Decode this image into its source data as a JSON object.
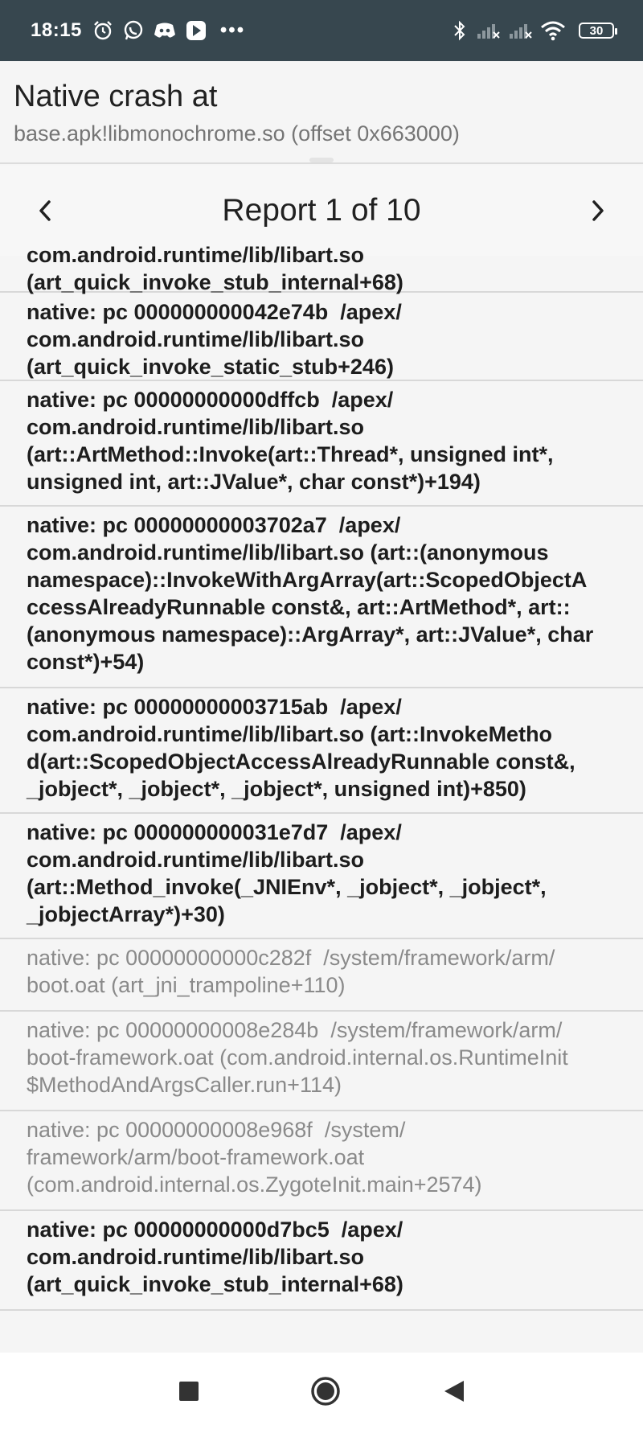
{
  "status_bar": {
    "time": "18:15",
    "battery": "30",
    "left_icons": [
      "alarm-icon",
      "whatsapp-icon",
      "discord-icon",
      "play-store-icon"
    ],
    "overflow": "•••",
    "right_icons": [
      "bluetooth-icon",
      "signal-icon",
      "signal-icon",
      "wifi-icon",
      "battery-icon"
    ]
  },
  "header": {
    "title": "Native crash at",
    "subtitle": "base.apk!libmonochrome.so (offset 0x663000)"
  },
  "report_nav": {
    "label": "Report 1 of 10",
    "prev_icon": "chevron-left-icon",
    "next_icon": "chevron-right-icon"
  },
  "frames": [
    {
      "text": "com.android.runtime/lib/libart.so\n(art_quick_invoke_stub_internal+68)",
      "style": "bold"
    },
    {
      "text": "native: pc 000000000042e74b  /apex/\ncom.android.runtime/lib/libart.so\n(art_quick_invoke_static_stub+246)",
      "style": "bold"
    },
    {
      "text": "native: pc 00000000000dffcb  /apex/\ncom.android.runtime/lib/libart.so\n(art::ArtMethod::Invoke(art::Thread*, unsigned int*,\nunsigned int, art::JValue*, char const*)+194)",
      "style": "bold"
    },
    {
      "text": "native: pc 00000000003702a7  /apex/\ncom.android.runtime/lib/libart.so (art::(anonymous\nnamespace)::InvokeWithArgArray(art::ScopedObjectA\nccessAlreadyRunnable const&, art::ArtMethod*, art::\n(anonymous namespace)::ArgArray*, art::JValue*, char\nconst*)+54)",
      "style": "bold"
    },
    {
      "text": "native: pc 00000000003715ab  /apex/\ncom.android.runtime/lib/libart.so (art::InvokeMetho\nd(art::ScopedObjectAccessAlreadyRunnable const&,\n_jobject*, _jobject*, _jobject*, unsigned int)+850)",
      "style": "bold"
    },
    {
      "text": "native: pc 000000000031e7d7  /apex/\ncom.android.runtime/lib/libart.so\n(art::Method_invoke(_JNIEnv*, _jobject*, _jobject*,\n_jobjectArray*)+30)",
      "style": "bold"
    },
    {
      "text": "native: pc 00000000000c282f  /system/framework/arm/\nboot.oat (art_jni_trampoline+110)",
      "style": "dim"
    },
    {
      "text": "native: pc 00000000008e284b  /system/framework/arm/\nboot-framework.oat (com.android.internal.os.RuntimeInit\n$MethodAndArgsCaller.run+114)",
      "style": "dim"
    },
    {
      "text": "native: pc 00000000008e968f  /system/\nframework/arm/boot-framework.oat\n(com.android.internal.os.ZygoteInit.main+2574)",
      "style": "dim"
    },
    {
      "text": "native: pc 00000000000d7bc5  /apex/\ncom.android.runtime/lib/libart.so\n(art_quick_invoke_stub_internal+68)",
      "style": "bold"
    }
  ],
  "bottom_nav": {
    "recents_icon": "square-recents-icon",
    "home_icon": "circle-home-icon",
    "back_icon": "triangle-back-icon"
  }
}
